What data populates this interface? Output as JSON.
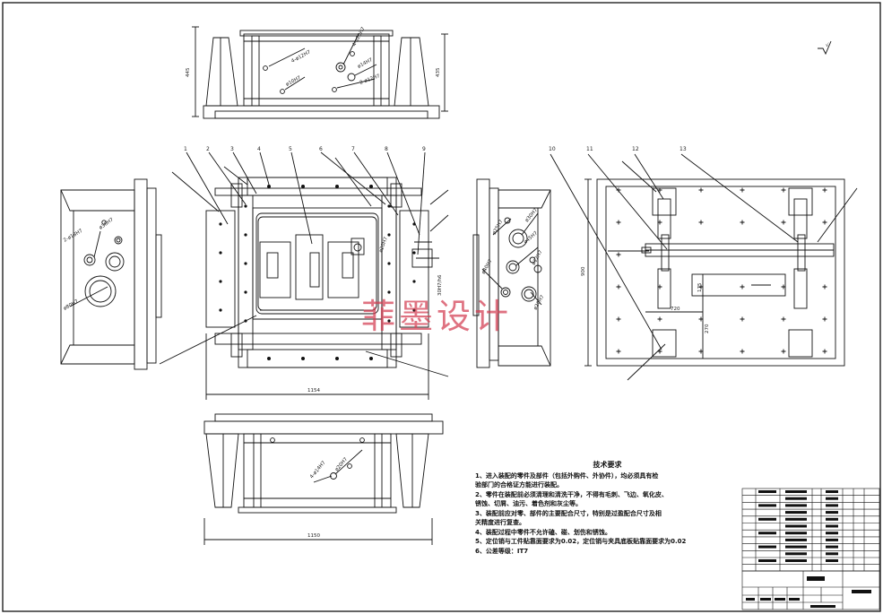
{
  "part_labels": [
    "1",
    "2",
    "3",
    "4",
    "5",
    "6",
    "7",
    "8",
    "9",
    "10",
    "11",
    "12",
    "13"
  ],
  "dims": {
    "top_left_v": "445",
    "top_right_v": "435",
    "front_w": "1154",
    "bottom_w": "1150",
    "right_v1": "900",
    "right_v2": "270",
    "right_h": "720",
    "right_h2": "175",
    "roughness": "√"
  },
  "hole_notes": {
    "top": [
      "4-ø12H7",
      "ø14H7",
      "2-ø12H7",
      "ø10H7",
      "4-ø20H7"
    ],
    "left": [
      "2-ø18H7",
      "ø30H7",
      "ø80H7"
    ],
    "center": [
      "ø20H7",
      "30H7/h6"
    ],
    "side": [
      "ø30H7",
      "ø45H7",
      "ø40H7",
      "ø25H7",
      "ø20H7",
      "ø12H7"
    ],
    "bottom": [
      "4-ø14H7",
      "ø20H7"
    ]
  },
  "tech": {
    "title": "技术要求",
    "lines": [
      "1、进入装配的零件及部件（包括外购件、外协件），均必须具有检",
      "验部门的合格证方能进行装配。",
      "2、零件在装配前必须清理和清洗干净，不得有毛刺、飞边、氧化皮、",
      "锈蚀、切屑、油污、着色剂和灰尘等。",
      "3、装配前应对零、部件的主要配合尺寸，特别是过盈配合尺寸及相",
      "关精度进行复查。",
      "4、装配过程中零件不允许磕、碰、划伤和锈蚀。",
      "5、定位销与工件贴靠面要求为0.02，定位销与夹具底板贴靠面要求为0.02",
      "6、公差等级：IT7"
    ]
  },
  "watermark": "菲墨设计"
}
